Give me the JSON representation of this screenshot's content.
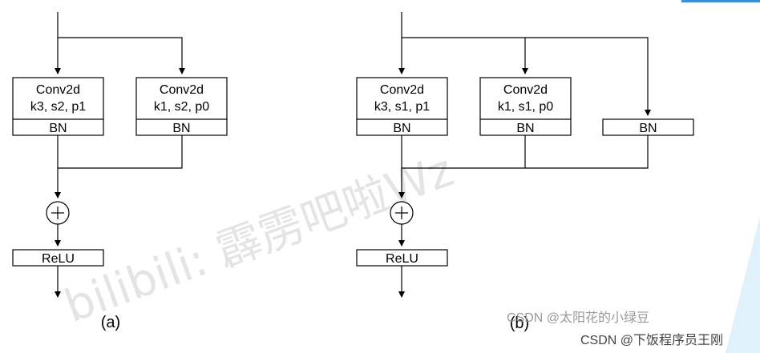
{
  "watermarks": {
    "bilibili": "bilibili: 霹雳吧啦Wz",
    "csdn_faint": "CSDN @太阳花的小绿豆",
    "csdn": "CSDN @下饭程序员王刚"
  },
  "diagram_a": {
    "caption": "(a)",
    "conv1": {
      "line1": "Conv2d",
      "line2": "k3, s2, p1",
      "bn": "BN"
    },
    "conv2": {
      "line1": "Conv2d",
      "line2": "k1, s2, p0",
      "bn": "BN"
    },
    "relu": "ReLU"
  },
  "diagram_b": {
    "caption": "(b)",
    "conv1": {
      "line1": "Conv2d",
      "line2": "k3, s1, p1",
      "bn": "BN"
    },
    "conv2": {
      "line1": "Conv2d",
      "line2": "k1, s1, p0",
      "bn": "BN"
    },
    "bn_only": "BN",
    "relu": "ReLU"
  },
  "colors": {
    "stroke": "#000000",
    "accent_corner": "#3a8fd8",
    "corner_glow": "#dff1fb"
  }
}
